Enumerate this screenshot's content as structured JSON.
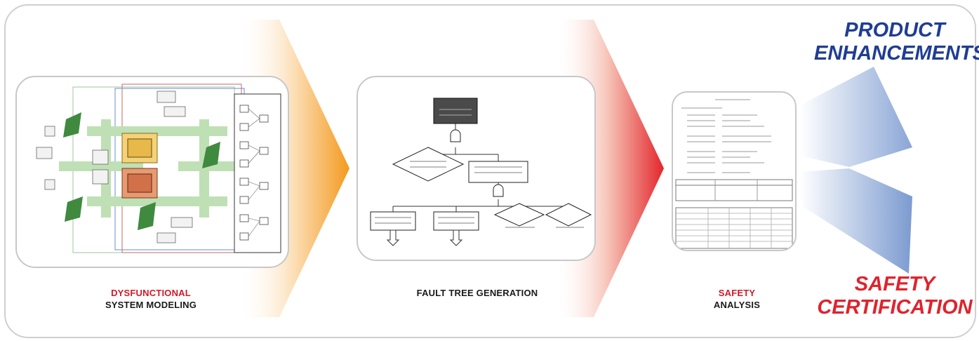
{
  "stages": [
    {
      "line1": "DYSFUNCTIONAL",
      "line2": "SYSTEM MODELING"
    },
    {
      "line1": "",
      "line2": "FAULT TREE GENERATION"
    },
    {
      "line1": "SAFETY",
      "line2": "ANALYSIS"
    }
  ],
  "outcomes": {
    "product": {
      "line1": "PRODUCT",
      "line2": "ENHANCEMENTS"
    },
    "safety": {
      "line1": "SAFETY",
      "line2": "CERTIFICATION"
    }
  },
  "colors": {
    "stage_red": "#d11a2a",
    "product_blue": "#1f3d93",
    "certification_red": "#e0232d",
    "arrow_orange": "#f39a1e",
    "arrow_red": "#e3262b"
  }
}
